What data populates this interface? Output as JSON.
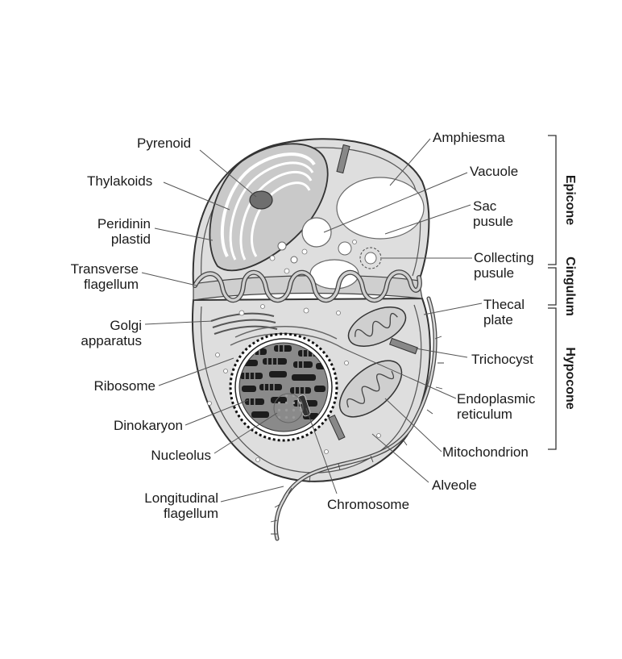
{
  "labels": {
    "pyrenoid": "Pyrenoid",
    "thylakoids": "Thylakoids",
    "peridinin_1": "Peridinin",
    "peridinin_2": "plastid",
    "transverse_1": "Transverse",
    "transverse_2": "flagellum",
    "golgi_1": "Golgi",
    "golgi_2": "apparatus",
    "ribosome": "Ribosome",
    "dinokaryon": "Dinokaryon",
    "nucleolus": "Nucleolus",
    "longitudinal_1": "Longitudinal",
    "longitudinal_2": "flagellum",
    "chromosome": "Chromosome",
    "amphiesma": "Amphiesma",
    "vacuole": "Vacuole",
    "sac_pusule_1": "Sac",
    "sac_pusule_2": "pusule",
    "collecting_1": "Collecting",
    "collecting_2": "pusule",
    "thecal_1": "Thecal",
    "thecal_2": "plate",
    "trichocyst": "Trichocyst",
    "er_1": "Endoplasmic",
    "er_2": "reticulum",
    "mitochondrion": "Mitochondrion",
    "alveole": "Alveole"
  },
  "sections": {
    "epicone": "Epicone",
    "cingulum": "Cingulum",
    "hypocone": "Hypocone"
  }
}
